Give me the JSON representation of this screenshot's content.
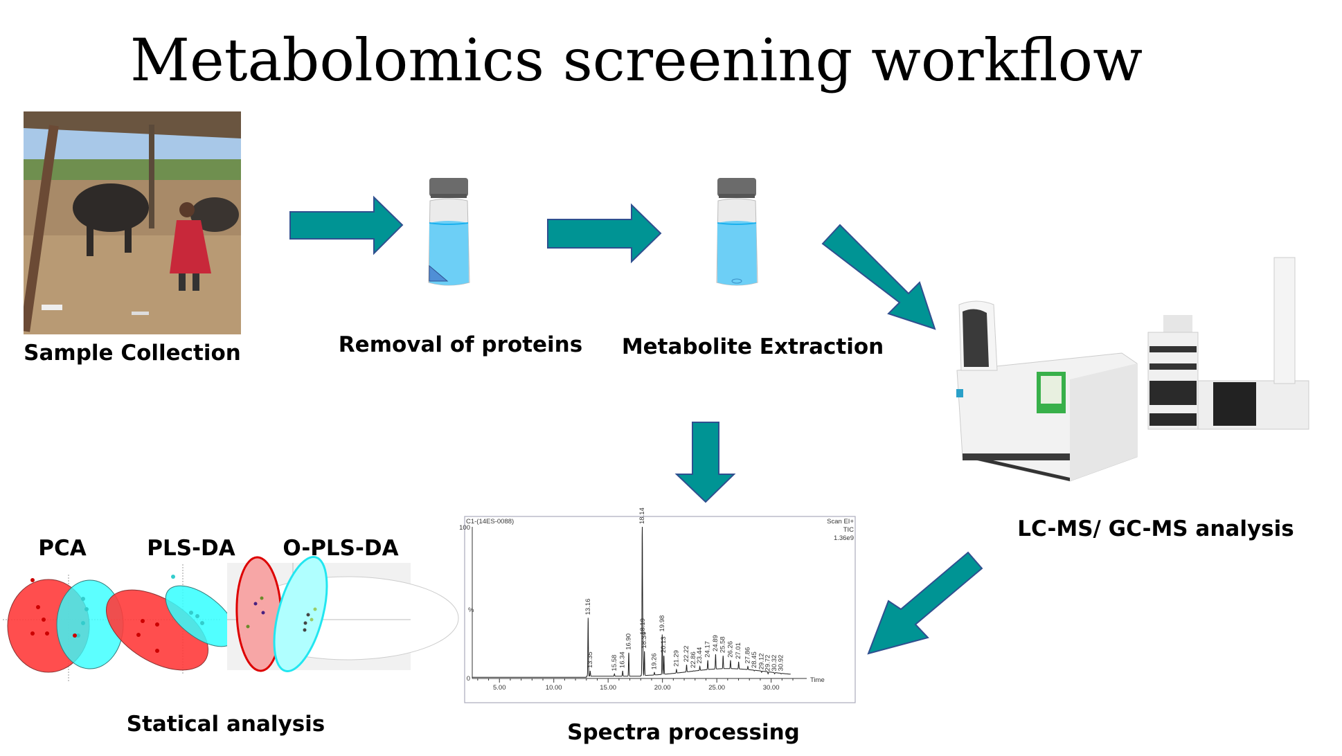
{
  "title": "Metabolomics screening workflow",
  "steps": {
    "sample_collection": "Sample Collection",
    "removal_of_proteins": "Removal of proteins",
    "metabolite_extraction": "Metabolite Extraction",
    "analysis": "LC-MS/ GC-MS analysis",
    "spectra_processing": "Spectra processing",
    "statistical_analysis": "Statical analysis"
  },
  "stat_plots": {
    "pca": "PCA",
    "plsda": "PLS-DA",
    "oplsda": "O-PLS-DA"
  },
  "colors": {
    "arrow_fill": "#009494",
    "arrow_outline": "#2f4f8f",
    "vial_liquid": "#6dcff6",
    "group_red": "#ff3b3b",
    "group_cyan": "#33ffff"
  },
  "chart_data": {
    "type": "line",
    "header_left": "C1-(14ES-0088)",
    "header_right": [
      "Scan EI+",
      "TIC",
      "1.36e9"
    ],
    "ylabel": "%",
    "xlabel": "Time",
    "xlim": [
      2.5,
      32
    ],
    "ylim": [
      0,
      100
    ],
    "x_ticks": [
      "5.00",
      "10.00",
      "15.00",
      "20.00",
      "25.00",
      "30.00"
    ],
    "y_ticks": [
      "0",
      "100"
    ],
    "peaks": [
      {
        "rt": "13.16",
        "height": 40
      },
      {
        "rt": "13.35",
        "height": 5
      },
      {
        "rt": "15.58",
        "height": 3
      },
      {
        "rt": "16.34",
        "height": 5
      },
      {
        "rt": "16.90",
        "height": 17
      },
      {
        "rt": "18.14",
        "height": 100
      },
      {
        "rt": "18.19",
        "height": 27
      },
      {
        "rt": "18.34",
        "height": 18
      },
      {
        "rt": "19.26",
        "height": 4
      },
      {
        "rt": "19.98",
        "height": 29
      },
      {
        "rt": "20.13",
        "height": 15
      },
      {
        "rt": "21.29",
        "height": 6
      },
      {
        "rt": "22.22",
        "height": 9
      },
      {
        "rt": "22.86",
        "height": 5
      },
      {
        "rt": "23.44",
        "height": 8
      },
      {
        "rt": "24.17",
        "height": 12
      },
      {
        "rt": "24.89",
        "height": 16
      },
      {
        "rt": "25.58",
        "height": 15
      },
      {
        "rt": "26.26",
        "height": 12
      },
      {
        "rt": "27.01",
        "height": 11
      },
      {
        "rt": "27.86",
        "height": 8
      },
      {
        "rt": "28.45",
        "height": 5
      },
      {
        "rt": "29.12",
        "height": 4
      },
      {
        "rt": "29.72",
        "height": 3
      },
      {
        "rt": "30.32",
        "height": 3
      },
      {
        "rt": "30.92",
        "height": 3
      }
    ]
  }
}
